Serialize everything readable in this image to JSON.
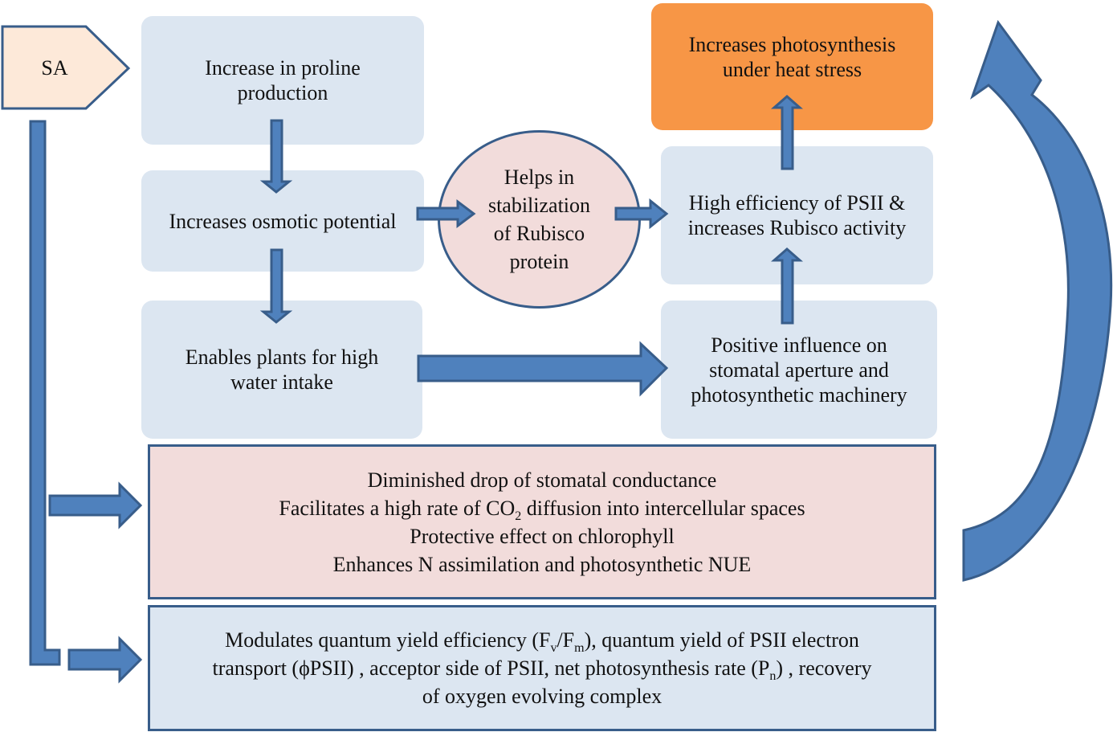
{
  "colors": {
    "arrow_fill": "#4f81bd",
    "arrow_stroke": "#385d8a",
    "box_blue": "#dce6f1",
    "box_pink": "#f2dcdb",
    "box_orange": "#f79646",
    "sa_fill": "#fde9d9"
  },
  "nodes": {
    "sa": "SA",
    "proline": [
      "Increase  in proline",
      "production"
    ],
    "osmotic": "Increases  osmotic  potential",
    "water": [
      "Enables plants for high",
      "water intake"
    ],
    "rubisco_stabilization": [
      "Helps  in",
      "stabilization",
      "of Rubisco",
      "protein"
    ],
    "psii": [
      "High  efficiency  of PSII &",
      "increases  Rubisco  activity"
    ],
    "stomatal": [
      "Positive influence on",
      "stomatal  aperture and",
      "photosynthetic machinery"
    ],
    "outcome": [
      "Increases  photosynthesis",
      "under heat stress"
    ],
    "effects_box": {
      "line1": "Diminished drop of stomatal  conductance",
      "line2_pre": "Facilitates a  high rate of CO",
      "line2_sub": "2",
      "line2_post": " diffusion  into intercellular  spaces",
      "line3": "Protective  effect on chlorophyll",
      "line4": "Enhances  N assimilation  and photosynthetic  NUE"
    },
    "modulates_box": {
      "l1_a": "Modulates  quantum  yield  efficiency  (F",
      "l1_sub1": "v",
      "l1_b": "/F",
      "l1_sub2": "m",
      "l1_c": "), quantum  yield  of PSII electron",
      "l2_a": "transport  (ϕPSII) , acceptor  side of PSII, net photosynthesis  rate (P",
      "l2_sub": "n",
      "l2_b": ") , recovery",
      "l3": "of oxygen  evolving  complex"
    }
  }
}
